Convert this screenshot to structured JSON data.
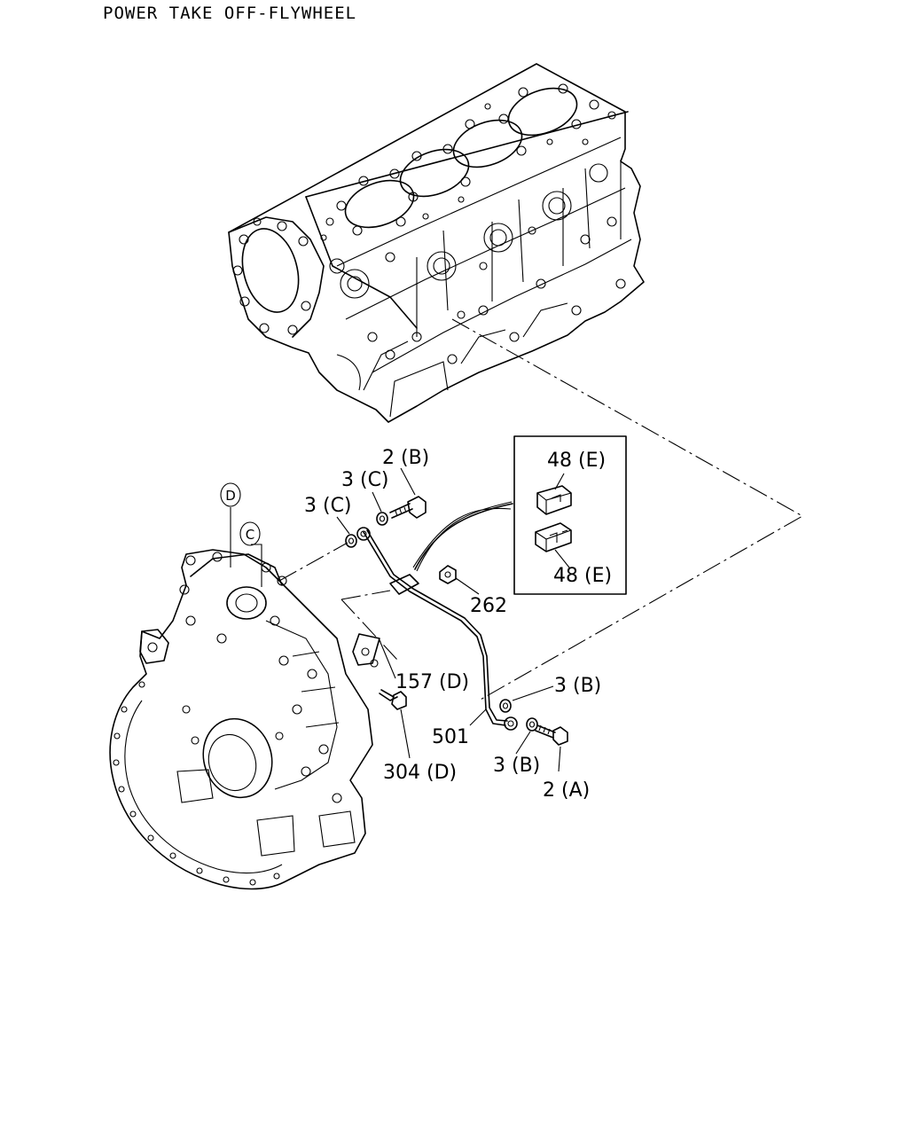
{
  "diagram": {
    "title": "POWER TAKE OFF-FLYWHEEL",
    "callouts": {
      "p2b": "2 (B)",
      "p3c_upper": "3 (C)",
      "p3c_lower": "3 (C)",
      "p48e_top": "48 (E)",
      "p48e_bottom": "48 (E)",
      "p262": "262",
      "p157d": "157 (D)",
      "p3b_right": "3 (B)",
      "p501": "501",
      "p3b_lower": "3 (B)",
      "p304d": "304 (D)",
      "p2a": "2 (A)"
    },
    "markers": {
      "d": "D",
      "c": "C"
    }
  }
}
